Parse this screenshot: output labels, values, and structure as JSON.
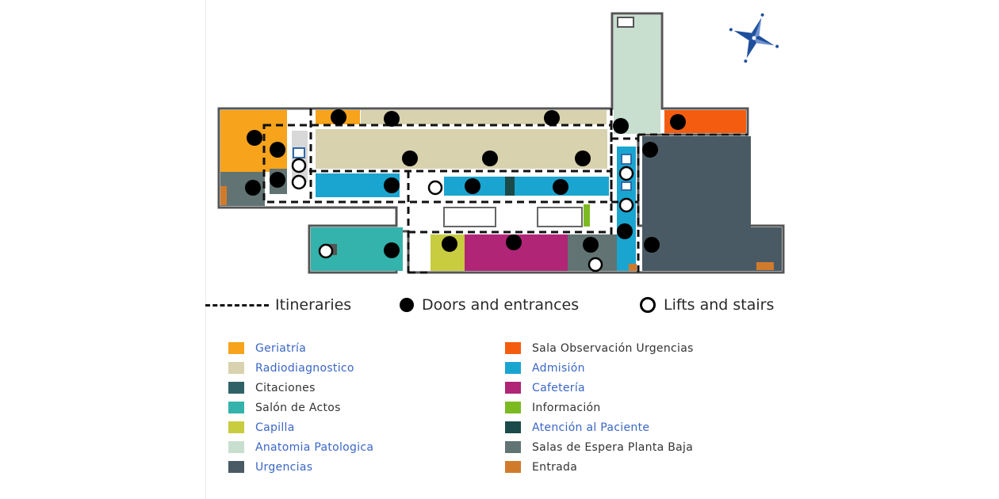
{
  "map_key": {
    "itineraries": "Itineraries",
    "doors": "Doors and entrances",
    "lifts": "Lifts and stairs"
  },
  "legend": {
    "left": [
      {
        "label": "Geriatría",
        "color": "#f7a31c",
        "text_color": "#3a66c4"
      },
      {
        "label": "Radiodiagnostico",
        "color": "#d8d2ae",
        "text_color": "#3a66c4"
      },
      {
        "label": "Citaciones",
        "color": "#2f6267",
        "text_color": "#333333"
      },
      {
        "label": "Salón de Actos",
        "color": "#33b3ab",
        "text_color": "#333333"
      },
      {
        "label": "Capilla",
        "color": "#c8cc3f",
        "text_color": "#3a66c4"
      },
      {
        "label": "Anatomia Patologica",
        "color": "#c8dfd0",
        "text_color": "#3a66c4"
      },
      {
        "label": "Urgencias",
        "color": "#4a5a64",
        "text_color": "#3a66c4"
      }
    ],
    "right": [
      {
        "label": "Sala Observación Urgencias",
        "color": "#f45d10",
        "text_color": "#333333"
      },
      {
        "label": "Admisión",
        "color": "#1aa5d0",
        "text_color": "#3a66c4"
      },
      {
        "label": "Cafetería",
        "color": "#b02576",
        "text_color": "#3a66c4"
      },
      {
        "label": "Información",
        "color": "#7cba22",
        "text_color": "#333333"
      },
      {
        "label": "Atención al Paciente",
        "color": "#1b4a4a",
        "text_color": "#3a66c4"
      },
      {
        "label": "Salas de Espera Planta Baja",
        "color": "#617373",
        "text_color": "#333333"
      },
      {
        "label": "Entrada",
        "color": "#d07b2c",
        "text_color": "#333333"
      }
    ]
  },
  "icons": {
    "compass": "compass-rose-icon",
    "door": "filled-circle",
    "lift": "hollow-circle",
    "itinerary": "dashed-line"
  },
  "colors": {
    "outline": "#555555",
    "path": "#111111",
    "compass": "#1f4f9c"
  }
}
